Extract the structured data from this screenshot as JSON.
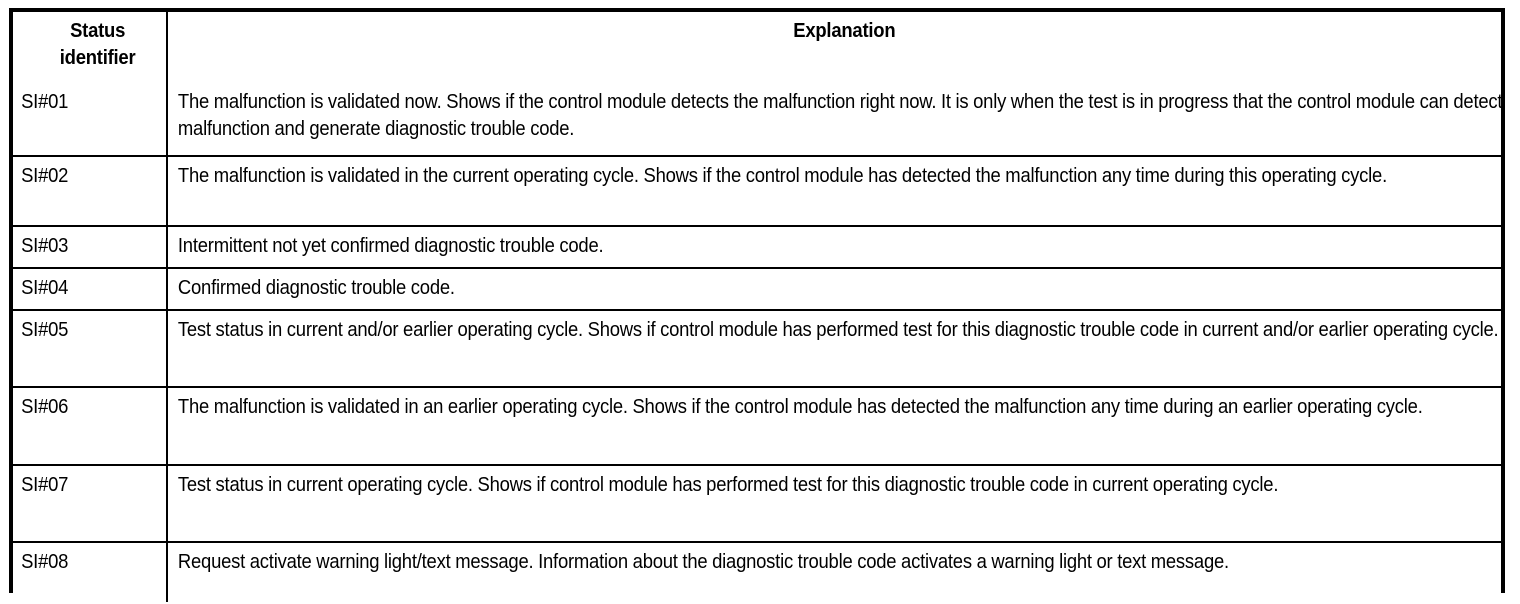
{
  "document": {
    "kind": "reference-table",
    "background_color": "#ffffff",
    "text_color": "#000000",
    "border_color": "#000000"
  },
  "table": {
    "columns": [
      {
        "key": "status_identifier",
        "header": "Status\nidentifier"
      },
      {
        "key": "explanation",
        "header": "Explanation"
      }
    ],
    "header": {
      "status_identifier_line1": "Status",
      "status_identifier_line2": "identifier",
      "explanation": "Explanation"
    },
    "rows": [
      {
        "id": "SI#01",
        "explanation": "The malfunction is validated now. Shows if the control module detects the malfunction right now. It is only when the test is in progress that the control module can detect malfunction and generate diagnostic trouble code."
      },
      {
        "id": "SI#02",
        "explanation": "The malfunction is validated in the current operating cycle. Shows if the control module has detected the malfunction any time during this operating cycle."
      },
      {
        "id": "SI#03",
        "explanation": "Intermittent not yet confirmed diagnostic trouble code."
      },
      {
        "id": "SI#04",
        "explanation": "Confirmed diagnostic trouble code."
      },
      {
        "id": "SI#05",
        "explanation": "Test status in current and/or earlier operating cycle. Shows if control module has performed test for this diagnostic trouble code in current and/or earlier operating cycle."
      },
      {
        "id": "SI#06",
        "explanation": "The malfunction is validated in an earlier operating cycle. Shows if the control module has detected the malfunction any time during an earlier operating cycle."
      },
      {
        "id": "SI#07",
        "explanation": "Test status in current operating cycle. Shows if control module has performed test for this diagnostic trouble code in current operating cycle."
      },
      {
        "id": "SI#08",
        "explanation": "Request activate warning light/text message. Information about the diagnostic trouble code activates a warning light or text message."
      }
    ]
  }
}
